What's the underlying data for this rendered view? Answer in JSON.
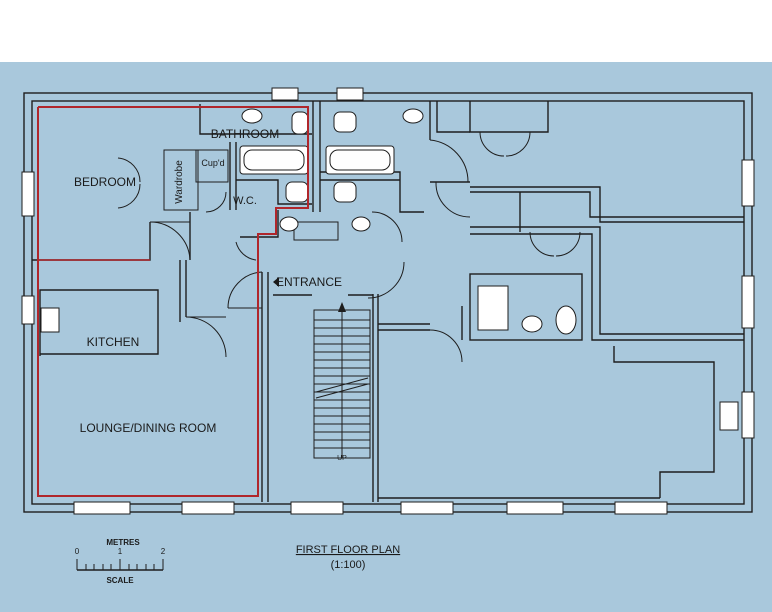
{
  "rooms": {
    "bathroom": "BATHROOM",
    "bedroom": "BEDROOM",
    "wardrobe": "Wardrobe",
    "cupboard": "Cup'd",
    "wc": "W.C.",
    "entrance": "ENTRANCE",
    "kitchen": "KITCHEN",
    "lounge": "LOUNGE/DINING ROOM",
    "stair_up": "UP"
  },
  "title": {
    "main": "FIRST FLOOR PLAN",
    "scale_ratio": "(1:100)"
  },
  "scale_bar": {
    "unit_label": "METRES",
    "ticks": [
      "0",
      "1",
      "2"
    ],
    "caption": "SCALE"
  },
  "colors": {
    "background": "#a9c8dc",
    "walls": "#1e1e1e",
    "flat_outline": "#b0262b"
  }
}
